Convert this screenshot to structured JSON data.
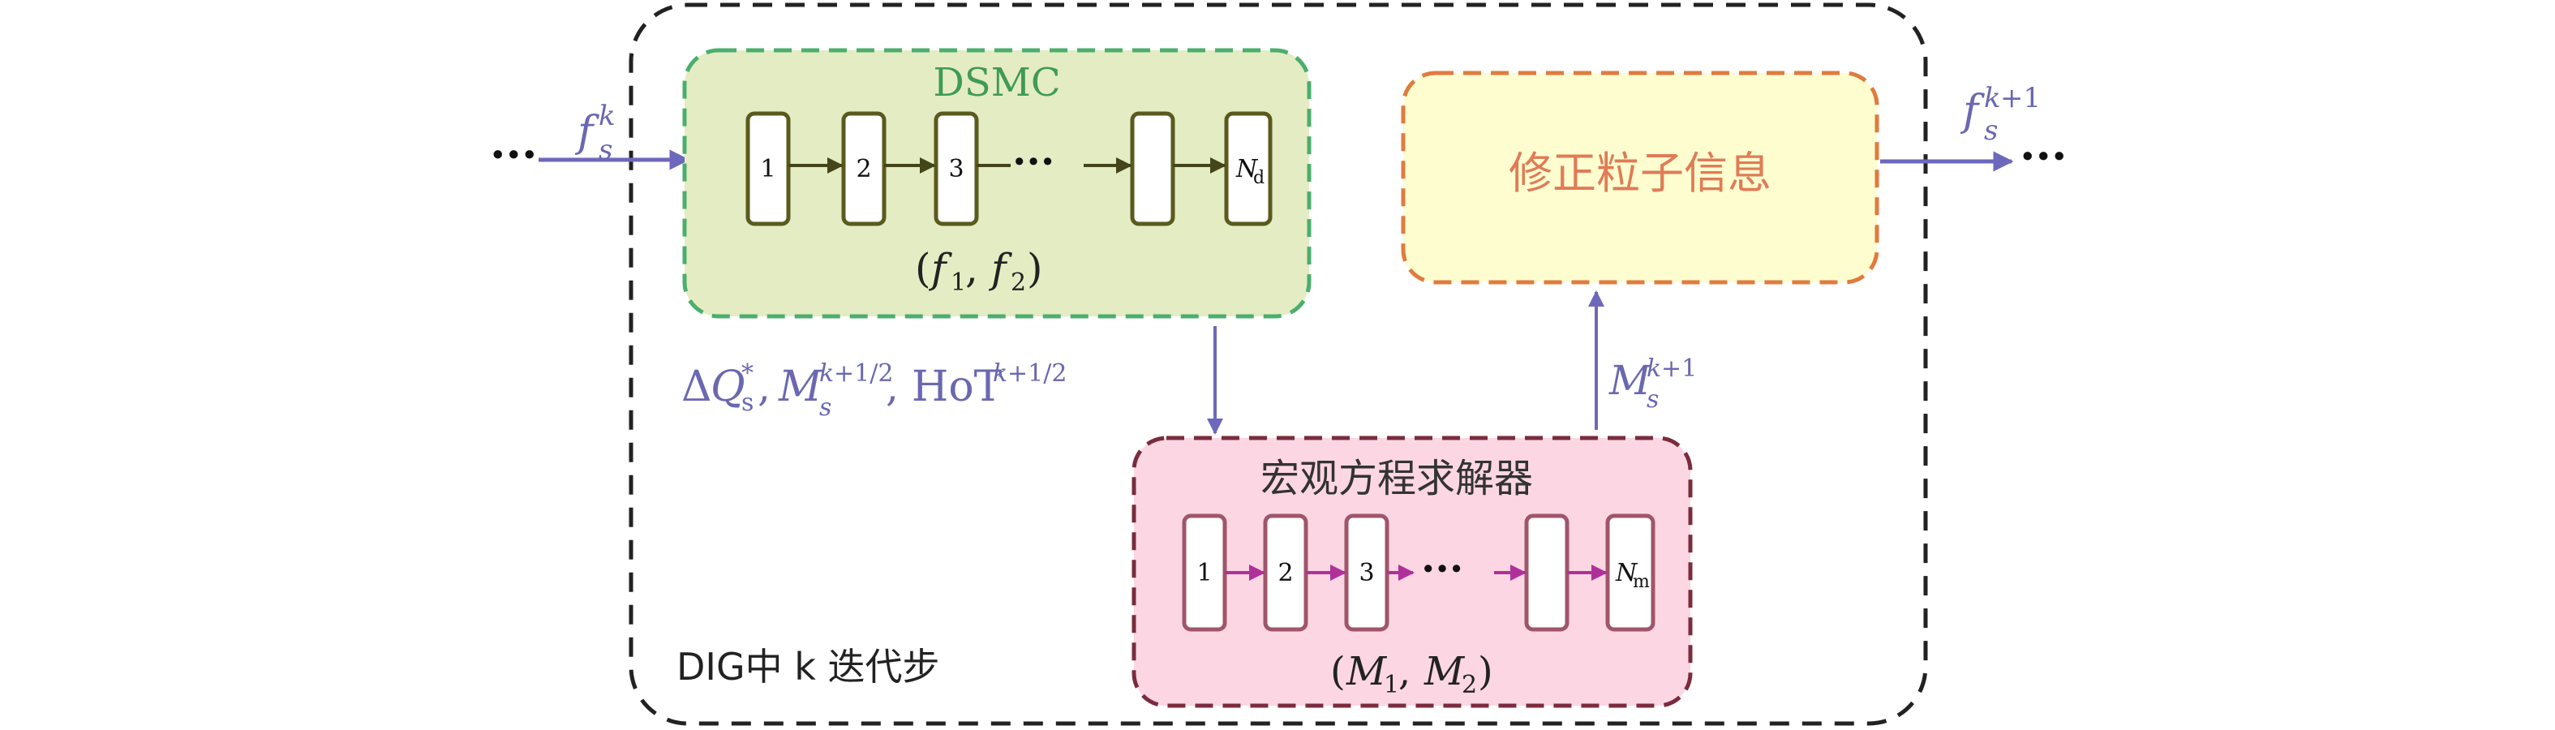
{
  "outer_label": "DIG中 k 迭代步",
  "input_label": "f_s^k",
  "output_label": "f_s^{k+1}",
  "ellipsis": "···",
  "dsmc": {
    "title": "DSMC",
    "cells": [
      "1",
      "2",
      "3",
      "",
      "N_d"
    ],
    "cell_ellipsis": "···",
    "subtitle": "(f1, f2)",
    "colors": {
      "fill": "#e4ecc3",
      "border": "#4cae6c",
      "cell_border": "#5b5a1e",
      "arrow": "#45451a",
      "title": "#3f9a58"
    }
  },
  "correction": {
    "title": "修正粒子信息",
    "colors": {
      "fill": "#fdfdd0",
      "border": "#e07b3e",
      "title": "#e07b56"
    }
  },
  "macro": {
    "title": "宏观方程求解器",
    "cells": [
      "1",
      "2",
      "3",
      "",
      "N_m"
    ],
    "cell_ellipsis": "···",
    "subtitle": "(M1, M2)",
    "colors": {
      "fill": "#fcd7e3",
      "border": "#7a2c3e",
      "cell_border": "#a0556a",
      "arrow": "#b0309a",
      "title": "#333333"
    }
  },
  "down_arrow_label": "ΔQ*s, M_s^{k+1/2}, HoT^{k+1/2}",
  "up_arrow_label": "M_s^{k+1}",
  "colors": {
    "flow_arrow": "#6d68bb",
    "flow_text": "#6a68b0",
    "outer_border": "#222222"
  }
}
